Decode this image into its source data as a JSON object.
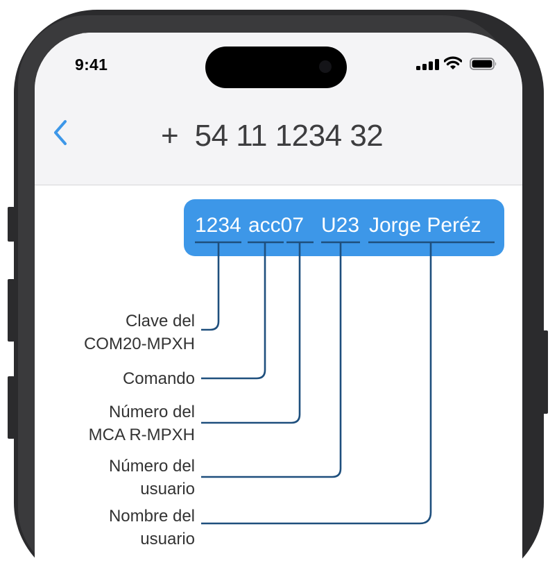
{
  "status_bar": {
    "time": "9:41",
    "icons": [
      "signal-icon",
      "wifi-icon",
      "battery-icon"
    ]
  },
  "header": {
    "back_icon": "chevron-left-icon",
    "phone_number": "+  54 11 1234 32"
  },
  "message": {
    "segments": [
      "1234",
      "acc07",
      "U23",
      "Jorge Peréz"
    ]
  },
  "labels": [
    {
      "text": "Clave del\nCOM20-MPXH",
      "segment": "1234"
    },
    {
      "text": "Comando",
      "segment": "acc"
    },
    {
      "text": "Número del\nMCA R-MPXH",
      "segment": "07"
    },
    {
      "text": "Número del\nusuario",
      "segment": "U23"
    },
    {
      "text": "Nombre del\nusuario",
      "segment": "Jorge Peréz"
    }
  ],
  "colors": {
    "bubble": "#3d97e8",
    "connector": "#1e4f7d",
    "back_icon": "#3d97e8",
    "header_bg": "#f4f4f6"
  }
}
